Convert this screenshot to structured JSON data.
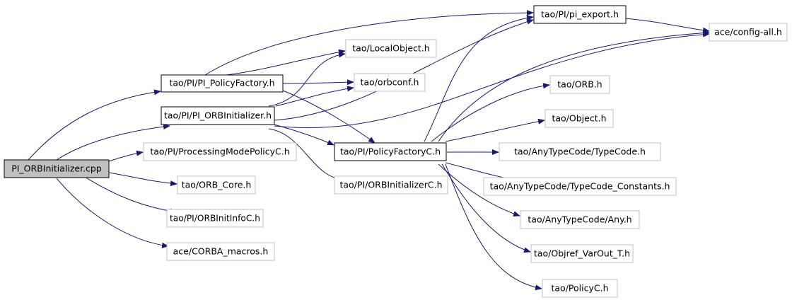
{
  "colors": {
    "edge": "#191970",
    "box_solid": "#000000",
    "box_muted": "#c0c0c0",
    "root_fill": "#bfbfbf",
    "node_fill": "#ffffff"
  },
  "nodes": {
    "root": "PI_ORBInitializer.cpp",
    "pi_policyfactory_h": "tao/PI/PI_PolicyFactory.h",
    "pi_orbinitializer_h": "tao/PI/PI_ORBInitializer.h",
    "processingmodepolicyc_h": "tao/PI/ProcessingModePolicyC.h",
    "orb_core_h": "tao/ORB_Core.h",
    "orbinitinfoc_h": "tao/PI/ORBInitInfoC.h",
    "corba_macros_h": "ace/CORBA_macros.h",
    "localobject_h": "tao/LocalObject.h",
    "orbconf_h": "tao/orbconf.h",
    "policyfactoryc_h": "tao/PI/PolicyFactoryC.h",
    "orbinitializerc_h": "tao/PI/ORBInitializerC.h",
    "pi_export_h": "tao/PI/pi_export.h",
    "config_all_h": "ace/config-all.h",
    "orb_h": "tao/ORB.h",
    "object_h": "tao/Object.h",
    "typecode_h": "tao/AnyTypeCode/TypeCode.h",
    "typecode_constants_h": "tao/AnyTypeCode/TypeCode_Constants.h",
    "any_h": "tao/AnyTypeCode/Any.h",
    "objref_varout_t_h": "tao/Objref_VarOut_T.h",
    "policyc_h": "tao/PolicyC.h"
  }
}
